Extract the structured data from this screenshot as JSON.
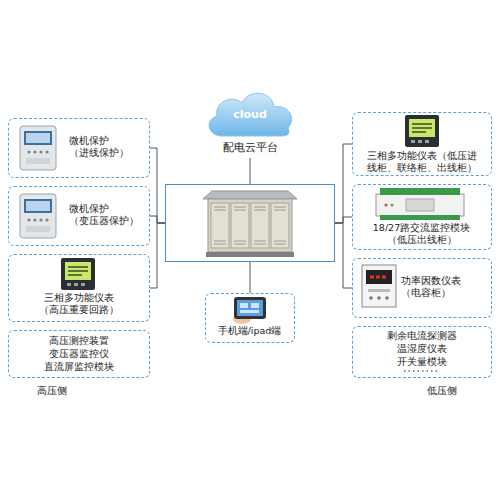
{
  "diagram": {
    "nodes": [
      {
        "text": [
          "cloud",
          "配电云平台"
        ]
      },
      {
        "text": [
          "微机保护（进线保护）"
        ]
      },
      {
        "text": [
          "微机保护（变压器保护）"
        ]
      },
      {
        "text": [
          "三相多功能仪表（高压重要回路）"
        ]
      },
      {
        "text": [
          "高压测控装置",
          "变压器监控仪",
          "直流屏监控模块"
        ]
      },
      {
        "text": []
      },
      {
        "text": [
          "手机端/ipad端"
        ]
      },
      {
        "text": [
          "三相多功能仪表（低压进线柜、联络柜、出线柜）"
        ]
      },
      {
        "text": [
          "18/27路交流监控模块（低压出线柜）"
        ]
      },
      {
        "text": [
          "功率因数仪表（电容柜）"
        ]
      },
      {
        "text": [
          "剩余电流探测器",
          "温湿度仪表",
          "开关量模块"
        ]
      }
    ],
    "edges": [
      {
        "from": 0,
        "to": 5,
        "arrow": "none"
      },
      {
        "from": 1,
        "to": 5,
        "arrow": "none"
      },
      {
        "from": 2,
        "to": 5,
        "arrow": "none"
      },
      {
        "from": 3,
        "to": 5,
        "arrow": "none"
      },
      {
        "from": 5,
        "to": 7,
        "arrow": "none"
      },
      {
        "from": 5,
        "to": 8,
        "arrow": "none"
      },
      {
        "from": 5,
        "to": 9,
        "arrow": "none"
      },
      {
        "from": 5,
        "to": 6,
        "arrow": "none"
      }
    ],
    "labels": [
      "高压侧",
      "低压侧"
    ]
  }
}
